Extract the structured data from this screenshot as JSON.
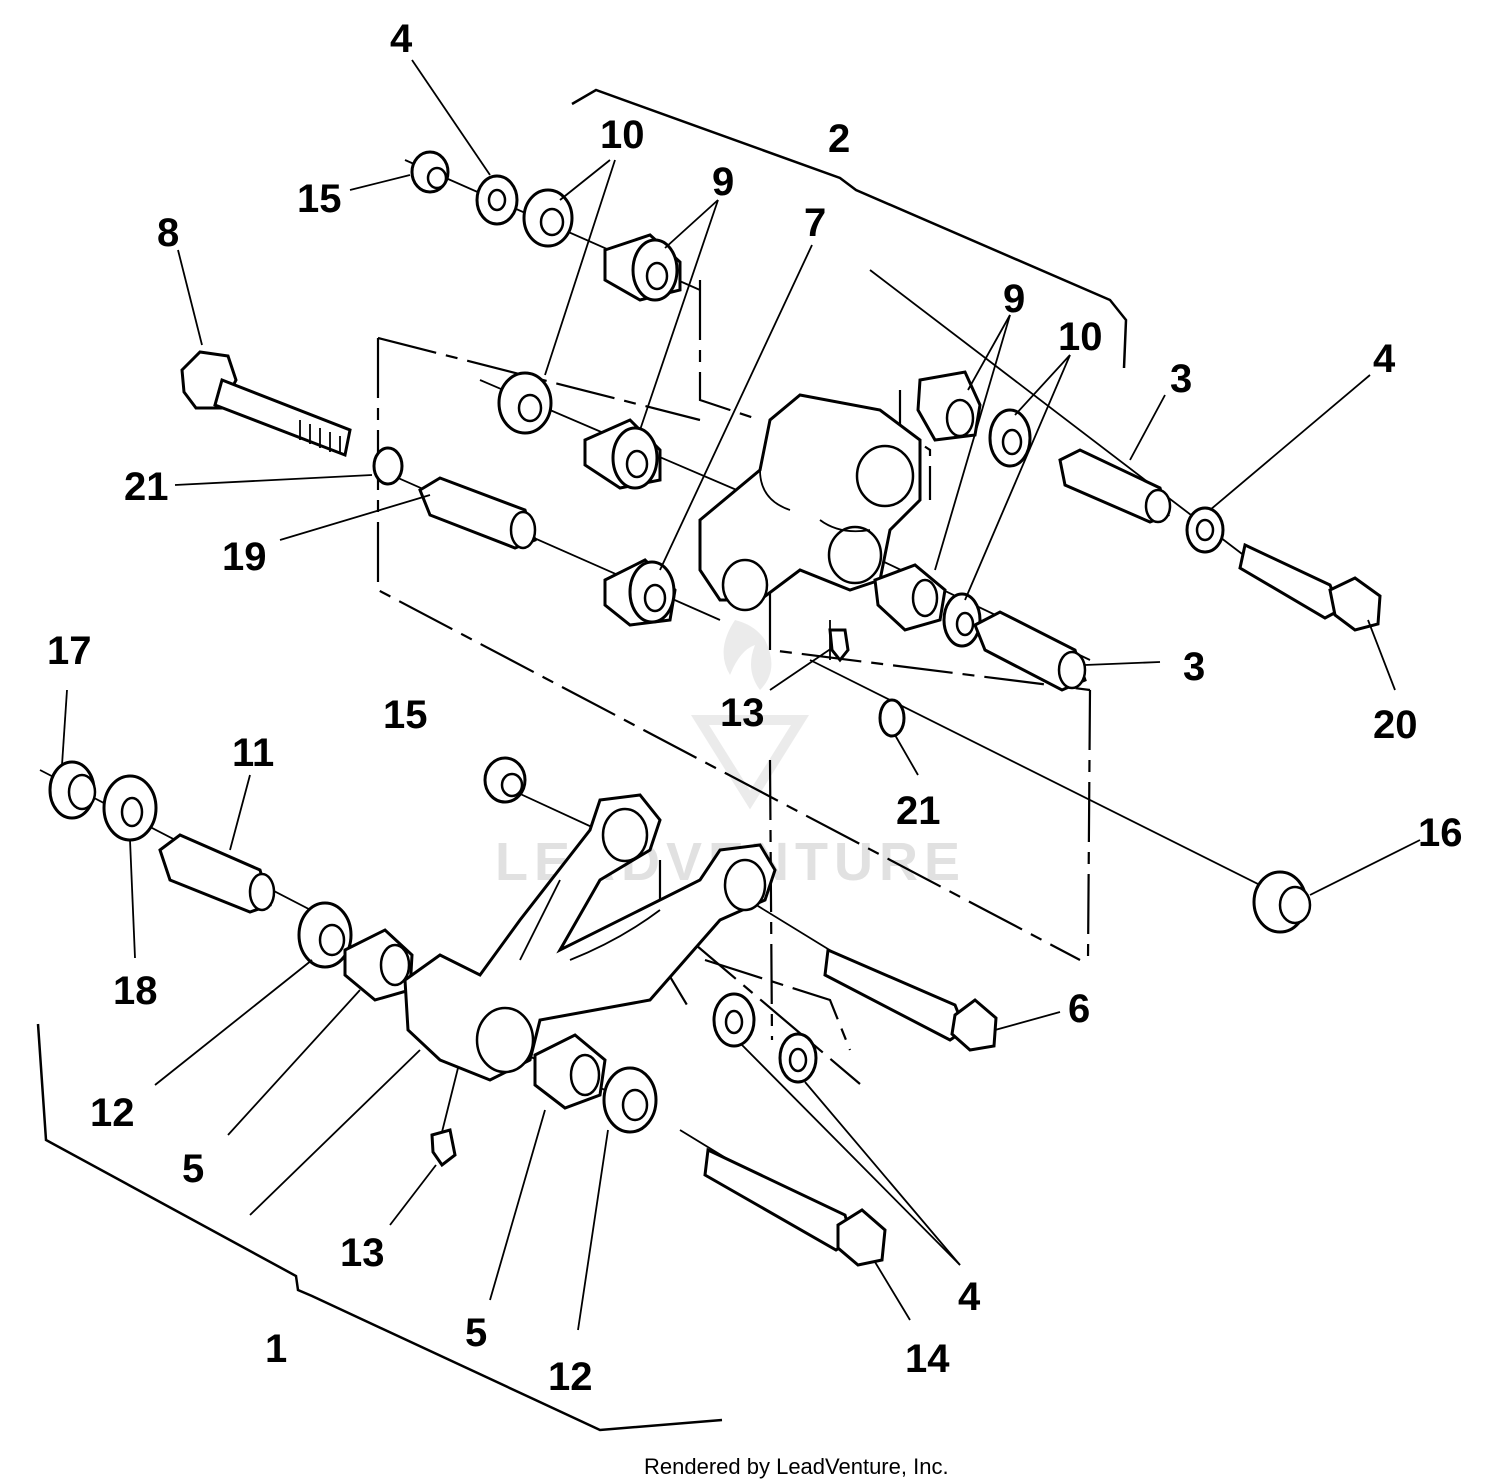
{
  "diagram": {
    "callouts": [
      {
        "id": "c4a",
        "text": "4"
      },
      {
        "id": "c10a",
        "text": "10"
      },
      {
        "id": "c2",
        "text": "2"
      },
      {
        "id": "c15a",
        "text": "15"
      },
      {
        "id": "c9a",
        "text": "9"
      },
      {
        "id": "c7",
        "text": "7"
      },
      {
        "id": "c8",
        "text": "8"
      },
      {
        "id": "c9b",
        "text": "9"
      },
      {
        "id": "c10b",
        "text": "10"
      },
      {
        "id": "c3a",
        "text": "3"
      },
      {
        "id": "c4b",
        "text": "4"
      },
      {
        "id": "c21a",
        "text": "21"
      },
      {
        "id": "c19",
        "text": "19"
      },
      {
        "id": "c17",
        "text": "17"
      },
      {
        "id": "c15b",
        "text": "15"
      },
      {
        "id": "c13a",
        "text": "13"
      },
      {
        "id": "c3b",
        "text": "3"
      },
      {
        "id": "c20",
        "text": "20"
      },
      {
        "id": "c11",
        "text": "11"
      },
      {
        "id": "c21b",
        "text": "21"
      },
      {
        "id": "c16",
        "text": "16"
      },
      {
        "id": "c18",
        "text": "18"
      },
      {
        "id": "c6",
        "text": "6"
      },
      {
        "id": "c12a",
        "text": "12"
      },
      {
        "id": "c5a",
        "text": "5"
      },
      {
        "id": "c13b",
        "text": "13"
      },
      {
        "id": "c4c",
        "text": "4"
      },
      {
        "id": "c1",
        "text": "1"
      },
      {
        "id": "c5b",
        "text": "5"
      },
      {
        "id": "c14",
        "text": "14"
      },
      {
        "id": "c12b",
        "text": "12"
      }
    ],
    "watermark": "LEADVENTURE",
    "credit": "Rendered by LeadVenture, Inc."
  }
}
